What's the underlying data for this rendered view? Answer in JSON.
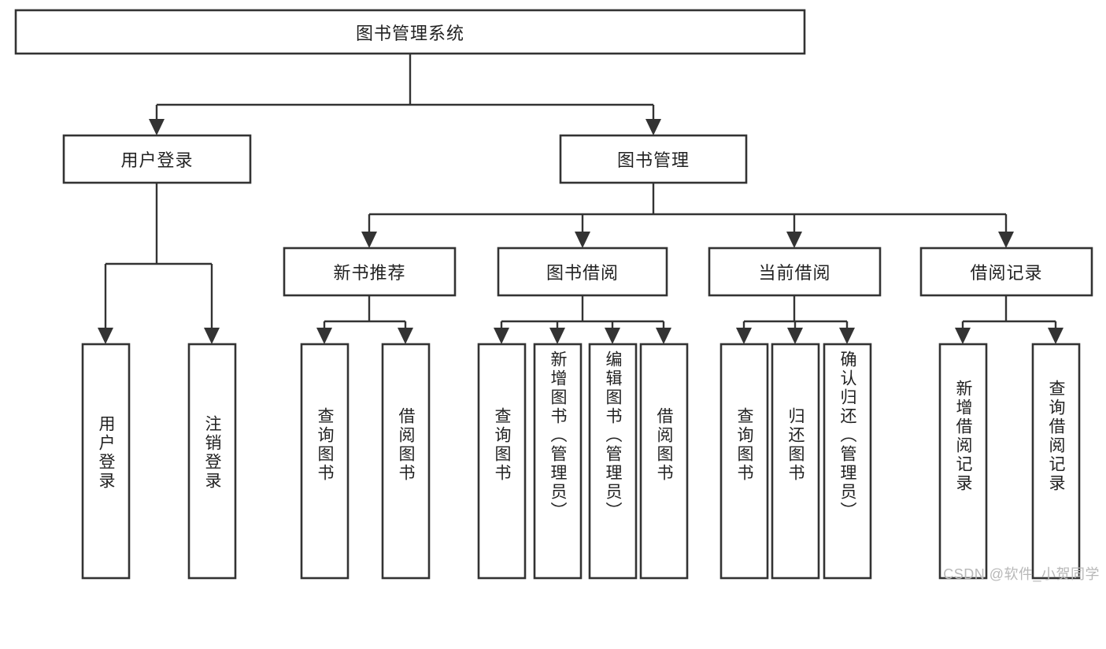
{
  "diagram": {
    "type": "tree",
    "title": "图书管理系统",
    "watermark": "CSDN @软件_小贺同学",
    "colors": {
      "box_stroke": "#333333",
      "box_fill": "#ffffff",
      "text": "#222222",
      "connector": "#333333",
      "watermark": "#b8b8b8",
      "background": "#ffffff"
    },
    "levels": {
      "root": {
        "label": "图书管理系统"
      },
      "level1": [
        {
          "id": "user-login",
          "label": "用户登录"
        },
        {
          "id": "book-management",
          "label": "图书管理"
        }
      ],
      "level2": [
        {
          "id": "new-book-recommend",
          "label": "新书推荐",
          "parent": "book-management"
        },
        {
          "id": "book-borrow",
          "label": "图书借阅",
          "parent": "book-management"
        },
        {
          "id": "current-borrow",
          "label": "当前借阅",
          "parent": "book-management"
        },
        {
          "id": "borrow-record",
          "label": "借阅记录",
          "parent": "book-management"
        }
      ],
      "leaves": {
        "user-login": [
          {
            "id": "leaf-user-login",
            "label": "用户登录"
          },
          {
            "id": "leaf-user-logout",
            "label": "注销登录"
          }
        ],
        "new-book-recommend": [
          {
            "id": "leaf-query-book-1",
            "label": "查询图书"
          },
          {
            "id": "leaf-borrow-book-1",
            "label": "借阅图书"
          }
        ],
        "book-borrow": [
          {
            "id": "leaf-query-book-2",
            "label": "查询图书"
          },
          {
            "id": "leaf-add-book",
            "label": "新增图书（管理员）"
          },
          {
            "id": "leaf-edit-book",
            "label": "编辑图书（管理员）"
          },
          {
            "id": "leaf-borrow-book-2",
            "label": "借阅图书"
          }
        ],
        "current-borrow": [
          {
            "id": "leaf-query-book-3",
            "label": "查询图书"
          },
          {
            "id": "leaf-return-book",
            "label": "归还图书"
          },
          {
            "id": "leaf-confirm-return",
            "label": "确认归还（管理员）"
          }
        ],
        "borrow-record": [
          {
            "id": "leaf-add-record",
            "label": "新增借阅记录"
          },
          {
            "id": "leaf-query-record",
            "label": "查询借阅记录"
          }
        ]
      }
    }
  }
}
